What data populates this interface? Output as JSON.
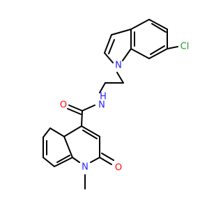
{
  "molecule": {
    "atoms": {
      "cl": {
        "text": "Cl",
        "color": "#1f9b1f"
      },
      "n_indole": {
        "text": "N",
        "color": "#2323ff"
      },
      "n_amide": {
        "text": "N",
        "color": "#2323ff"
      },
      "h_amide": {
        "text": "H",
        "color": "#2323ff"
      },
      "o_amide": {
        "text": "O",
        "color": "#ff0d0d"
      },
      "n_quinoline": {
        "text": "N",
        "color": "#2323ff"
      },
      "o_quinolone": {
        "text": "O",
        "color": "#ff0d0d"
      }
    },
    "bond_color": "#000000"
  }
}
